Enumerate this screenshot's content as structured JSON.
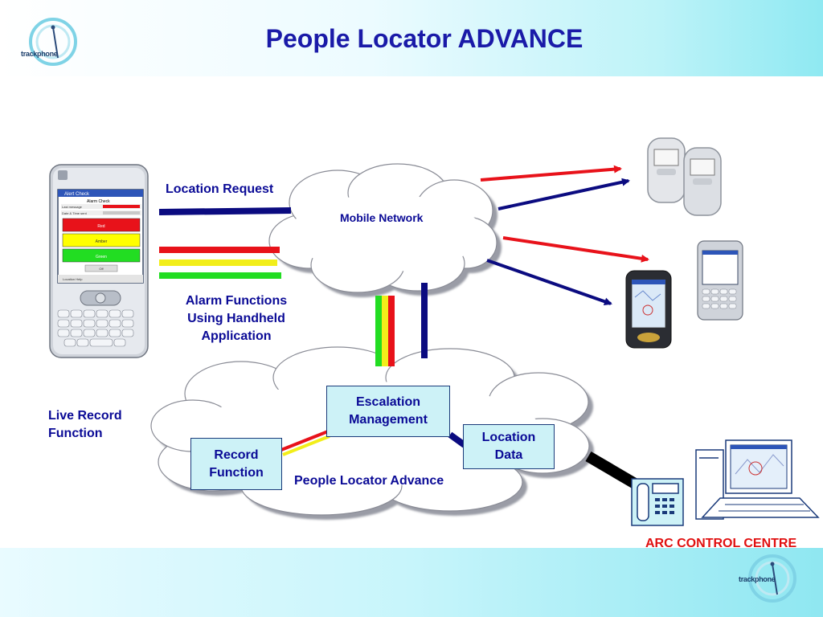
{
  "title": "People Locator ADVANCE",
  "logo": {
    "text": "trackphone"
  },
  "labels": {
    "location_request": "Location Request",
    "mobile_network": "Mobile Network",
    "alarm_line1": "Alarm Functions",
    "alarm_line2": "Using Handheld",
    "alarm_line3": "Application",
    "live_line1": "Live Record",
    "live_line2": "Function",
    "people_locator_advance": "People Locator Advance",
    "arc_control_centre": "ARC CONTROL CENTRE"
  },
  "boxes": {
    "escalation_line1": "Escalation",
    "escalation_line2": "Management",
    "record_line1": "Record",
    "record_line2": "Function",
    "location_line1": "Location",
    "location_line2": "Data"
  },
  "handset_screen": {
    "header": "Alert Check",
    "menu": "Alarm Check",
    "rows": [
      "Last message",
      "Date & Time sent"
    ],
    "buttons": [
      "Red",
      "Amber",
      "Green",
      "Off"
    ],
    "footer": "Location Help"
  },
  "colors": {
    "title": "#1a1aa8",
    "label": "#0a0a96",
    "arc_label": "#e01010",
    "line_navy": "#0b0b80",
    "line_red": "#e8121a",
    "line_yellow": "#f2ee1a",
    "line_green": "#22dd22",
    "box_fill": "#cdf2f7"
  }
}
